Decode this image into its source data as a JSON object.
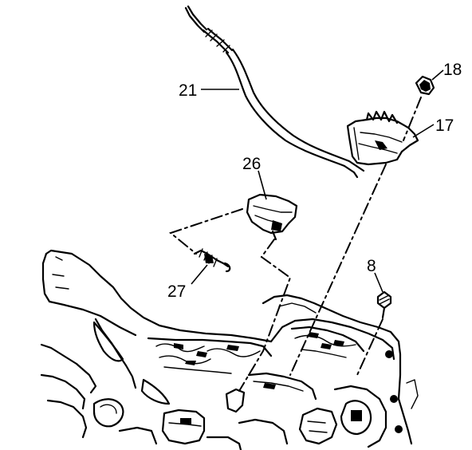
{
  "callouts": {
    "c21": "21",
    "c18": "18",
    "c17": "17",
    "c26": "26",
    "c27": "27",
    "c8": "8"
  }
}
